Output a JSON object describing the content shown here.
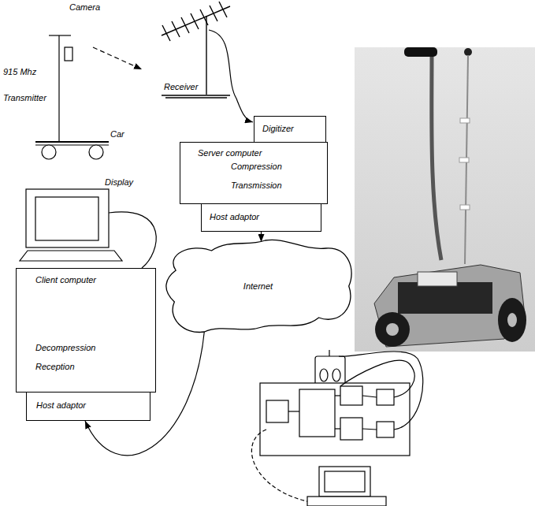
{
  "diagram": {
    "nodes": [
      {
        "text": [
          "Digitizer"
        ]
      },
      {
        "text": [
          "Server computer",
          "Compression",
          "Transmission"
        ]
      },
      {
        "text": [
          "Host adaptor"
        ]
      },
      {
        "text": [
          "Internet"
        ]
      },
      {
        "text": [
          "Client computer",
          "Decompression",
          "Reception"
        ]
      },
      {
        "text": [
          "Host adaptor"
        ]
      }
    ],
    "edges": [
      {
        "from": 2,
        "to": 3,
        "arrow": "to"
      },
      {
        "from": 3,
        "to": 5,
        "arrow": "to"
      }
    ],
    "labels": [
      "Camera",
      "915 Mhz",
      "Transmitter",
      "Car",
      "Receiver",
      "Display"
    ]
  }
}
